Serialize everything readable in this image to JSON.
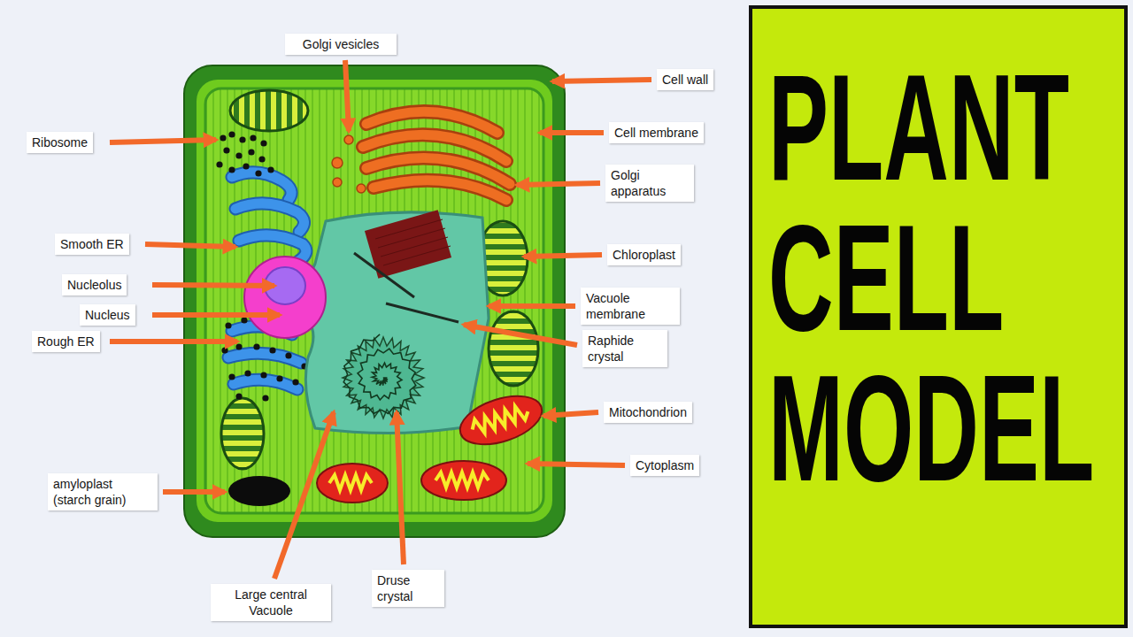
{
  "diagram": {
    "title": "PLANT CELL MODEL",
    "labels": [
      "Golgi vesicles",
      "Cell wall",
      "Ribosome",
      "Cell membrane",
      "Golgi apparatus",
      "Smooth ER",
      "Chloroplast",
      "Nucleolus",
      "Vacuole membrane",
      "Nucleus",
      "Raphide crystal",
      "Rough ER",
      "Mitochondrion",
      "Cytoplasm",
      "amyloplast (starch grain)",
      "Large central Vacuole",
      "Druse crystal"
    ]
  }
}
